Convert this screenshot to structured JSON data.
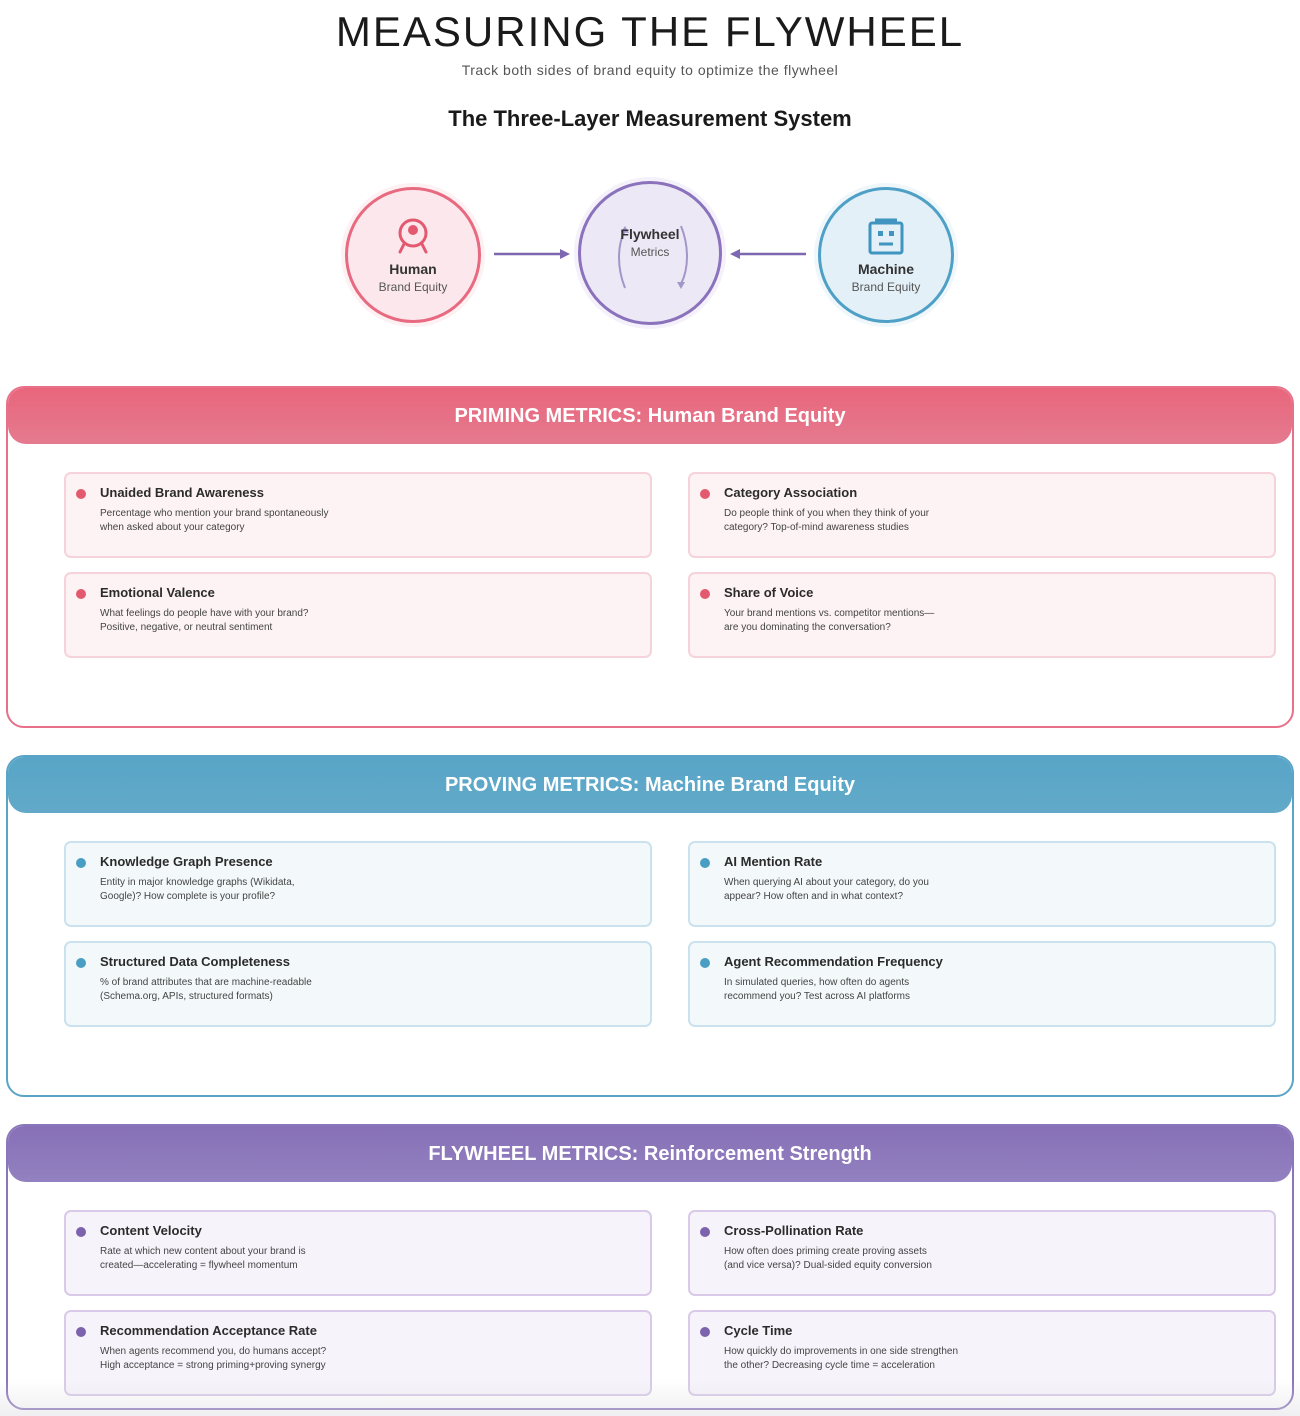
{
  "header": {
    "title": "MEASURING THE FLYWHEEL",
    "subtitle": "Track both sides of brand equity to optimize the flywheel",
    "system_title": "The Three-Layer Measurement System"
  },
  "diagram": {
    "human": {
      "label": "Human",
      "sublabel": "Brand Equity",
      "icon": "person-icon",
      "color": "#e86a80"
    },
    "flywheel": {
      "label": "Flywheel",
      "sublabel": "Metrics",
      "icon": "cycle-arrows-icon",
      "color": "#8a72bc"
    },
    "machine": {
      "label": "Machine",
      "sublabel": "Brand Equity",
      "icon": "robot-icon",
      "color": "#4fa0c6"
    }
  },
  "sections": {
    "priming": {
      "title": "PRIMING METRICS: Human Brand Equity",
      "color": "#e8667c",
      "cards": [
        {
          "title": "Unaided Brand Awareness",
          "desc": "Percentage who mention your brand spontaneously\nwhen asked about your category"
        },
        {
          "title": "Category Association",
          "desc": "Do people think of you when they think of your\ncategory? Top-of-mind awareness studies"
        },
        {
          "title": "Emotional Valence",
          "desc": "What feelings do people have with your brand?\nPositive, negative, or neutral sentiment"
        },
        {
          "title": "Share of Voice",
          "desc": "Your brand mentions vs. competitor mentions—\nare you dominating the conversation?"
        }
      ]
    },
    "proving": {
      "title": "PROVING METRICS: Machine Brand Equity",
      "color": "#58a5c7",
      "cards": [
        {
          "title": "Knowledge Graph Presence",
          "desc": "Entity in major knowledge graphs (Wikidata,\nGoogle)? How complete is your profile?"
        },
        {
          "title": "AI Mention Rate",
          "desc": "When querying AI about your category, do you\nappear? How often and in what context?"
        },
        {
          "title": "Structured Data Completeness",
          "desc": "% of brand attributes that are machine-readable\n(Schema.org, APIs, structured formats)"
        },
        {
          "title": "Agent Recommendation Frequency",
          "desc": "In simulated queries, how often do agents\nrecommend you? Test across AI platforms"
        }
      ]
    },
    "flywheel": {
      "title": "FLYWHEEL METRICS: Reinforcement Strength",
      "color": "#8770b7",
      "cards": [
        {
          "title": "Content Velocity",
          "desc": "Rate at which new content about your brand is\ncreated—accelerating = flywheel momentum"
        },
        {
          "title": "Cross-Pollination Rate",
          "desc": "How often does priming create proving assets\n(and vice versa)? Dual-sided equity conversion"
        },
        {
          "title": "Recommendation Acceptance Rate",
          "desc": "When agents recommend you, do humans accept?\nHigh acceptance = strong priming+proving synergy"
        },
        {
          "title": "Cycle Time",
          "desc": "How quickly do improvements in one side strengthen\nthe other? Decreasing cycle time = acceleration"
        }
      ]
    }
  }
}
